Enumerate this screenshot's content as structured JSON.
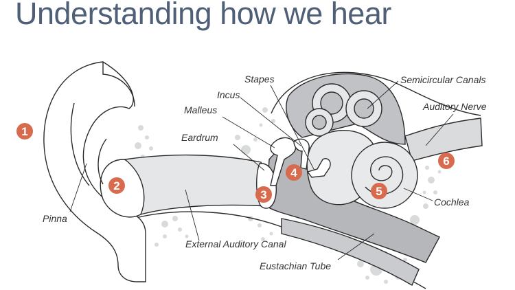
{
  "title": "Understanding how we hear",
  "colors": {
    "title": "#4f5f78",
    "badge": "#d86b4e",
    "gray_dark": "#b4b6ba",
    "gray_mid": "#c9cbcf",
    "gray_light": "#e3e4e6",
    "dots": "#d7d8da"
  },
  "labels": {
    "pinna": "Pinna",
    "eardrum": "Eardrum",
    "malleus": "Malleus",
    "incus": "Incus",
    "stapes": "Stapes",
    "semicircular_canals": "Semicircular Canals",
    "auditory_nerve": "Auditory Nerve",
    "cochlea": "Cochlea",
    "external_auditory_canal": "External Auditory Canal",
    "eustachian_tube": "Eustachian Tube"
  },
  "badges": [
    "1",
    "2",
    "3",
    "4",
    "5",
    "6"
  ]
}
